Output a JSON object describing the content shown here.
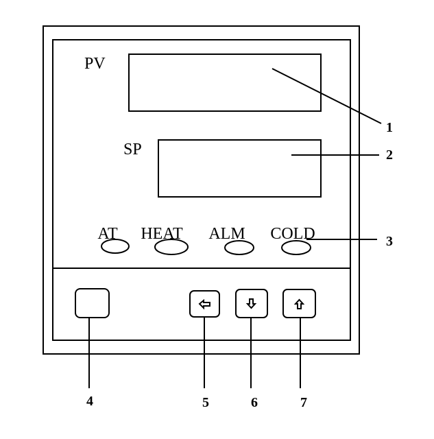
{
  "displays": {
    "pv_label": "PV",
    "sp_label": "SP"
  },
  "indicators": [
    {
      "label": "AT"
    },
    {
      "label": "HEAT"
    },
    {
      "label": "ALM"
    },
    {
      "label": "COLD"
    }
  ],
  "buttons": [
    {
      "icon": "blank-key"
    },
    {
      "icon": "left-arrow-icon"
    },
    {
      "icon": "down-arrow-icon"
    },
    {
      "icon": "up-arrow-icon"
    }
  ],
  "callouts": [
    "1",
    "2",
    "3",
    "4",
    "5",
    "6",
    "7"
  ]
}
